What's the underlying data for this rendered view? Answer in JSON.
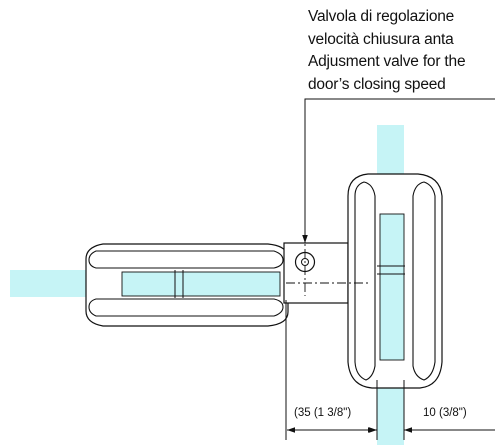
{
  "callout": {
    "line_1": "Valvola di regolazione",
    "line_2": "velocità chiusura anta",
    "line_3": "Adjusment valve for the",
    "line_4": "door’s closing speed"
  },
  "dimensions": {
    "left_label": "35 (1 3/8\")",
    "right_label": "10 (3/8\")"
  },
  "colors": {
    "glass": "#c6f4f6",
    "line": "#111111",
    "background": "#ffffff"
  }
}
